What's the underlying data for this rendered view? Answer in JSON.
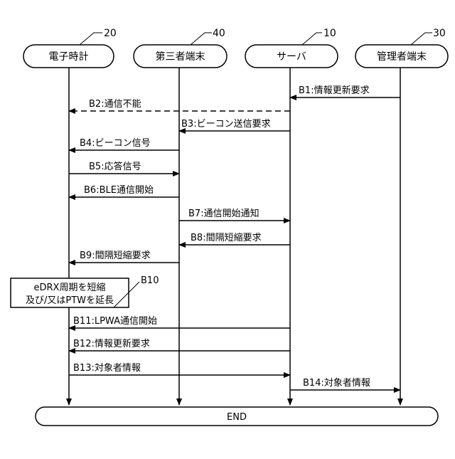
{
  "entities": [
    {
      "id": "watch",
      "label": "電子時計",
      "ref": "20"
    },
    {
      "id": "third",
      "label": "第三者端末",
      "ref": "40"
    },
    {
      "id": "server",
      "label": "サーバ",
      "ref": "10"
    },
    {
      "id": "admin",
      "label": "管理者端末",
      "ref": "30"
    }
  ],
  "messages": [
    {
      "id": "b1",
      "label": "B1:情報更新要求",
      "from": "admin",
      "to": "server",
      "dashed": false
    },
    {
      "id": "b2",
      "label": "B2:通信不能",
      "from": "server",
      "to": "watch",
      "dashed": true
    },
    {
      "id": "b3",
      "label": "B3:ビーコン送信要求",
      "from": "server",
      "to": "third",
      "dashed": false
    },
    {
      "id": "b4",
      "label": "B4:ビーコン信号",
      "from": "third",
      "to": "watch",
      "dashed": false
    },
    {
      "id": "b5",
      "label": "B5:応答信号",
      "from": "watch",
      "to": "third",
      "dashed": false
    },
    {
      "id": "b6",
      "label": "B6:BLE通信開始",
      "from": "third",
      "to": "watch",
      "dashed": false
    },
    {
      "id": "b7",
      "label": "B7:通信開始通知",
      "from": "third",
      "to": "server",
      "dashed": false
    },
    {
      "id": "b8",
      "label": "B8:間隔短縮要求",
      "from": "server",
      "to": "third",
      "dashed": false
    },
    {
      "id": "b9",
      "label": "B9:間隔短縮要求",
      "from": "third",
      "to": "watch",
      "dashed": false
    },
    {
      "id": "b11",
      "label": "B11:LPWA通信開始",
      "from": "server",
      "to": "watch",
      "dashed": false
    },
    {
      "id": "b12",
      "label": "B12:情報更新要求",
      "from": "server",
      "to": "watch",
      "dashed": false
    },
    {
      "id": "b13",
      "label": "B13:対象者情報",
      "from": "watch",
      "to": "server",
      "dashed": false
    },
    {
      "id": "b14",
      "label": "B14:対象者情報",
      "from": "server",
      "to": "admin",
      "dashed": false
    }
  ],
  "process_box": {
    "ref": "B10",
    "line1": "eDRX周期を短縮",
    "line2": "及び/又はPTWを延長"
  },
  "end_label": "END"
}
